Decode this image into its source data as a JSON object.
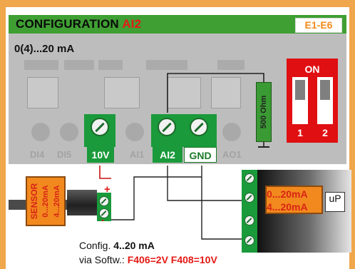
{
  "header": {
    "title_prefix": "CONFIGURATION",
    "title_channel": "AI2",
    "badge": "E1-E6"
  },
  "board": {
    "range_label": "0(4)...20 mA",
    "terminals": [
      {
        "label": "10V",
        "style": "green"
      },
      {
        "label": "AI2",
        "style": "green"
      },
      {
        "label": "GND",
        "style": "white"
      }
    ],
    "resistor_label": "500 Ohm",
    "dip_switch": {
      "on_label": "ON",
      "switches": [
        {
          "number": "1",
          "state": "on"
        },
        {
          "number": "2",
          "state": "on"
        }
      ]
    }
  },
  "sensor": {
    "label_title": "SENSOR",
    "label_range1": "0...20mA",
    "label_range2": "4...20mA",
    "polarity_plus": "+",
    "polarity_minus": "-"
  },
  "device": {
    "range1": "0...20mA",
    "range2": "4...20mA",
    "processor_label": "uP"
  },
  "config": {
    "line1_prefix": "Config.",
    "line1_value": "4..20 mA",
    "line2_prefix": "via Softw.:",
    "line2_values": "F406=2V F408=10V"
  },
  "colors": {
    "frame": "#f0a64a",
    "board": "#bdbdbd",
    "header": "#3f9f33",
    "terminal_green": "#1a9a3a",
    "dip_red": "#e00f12",
    "accent_red": "#e41a14",
    "sensor_orange": "#f2891e"
  }
}
